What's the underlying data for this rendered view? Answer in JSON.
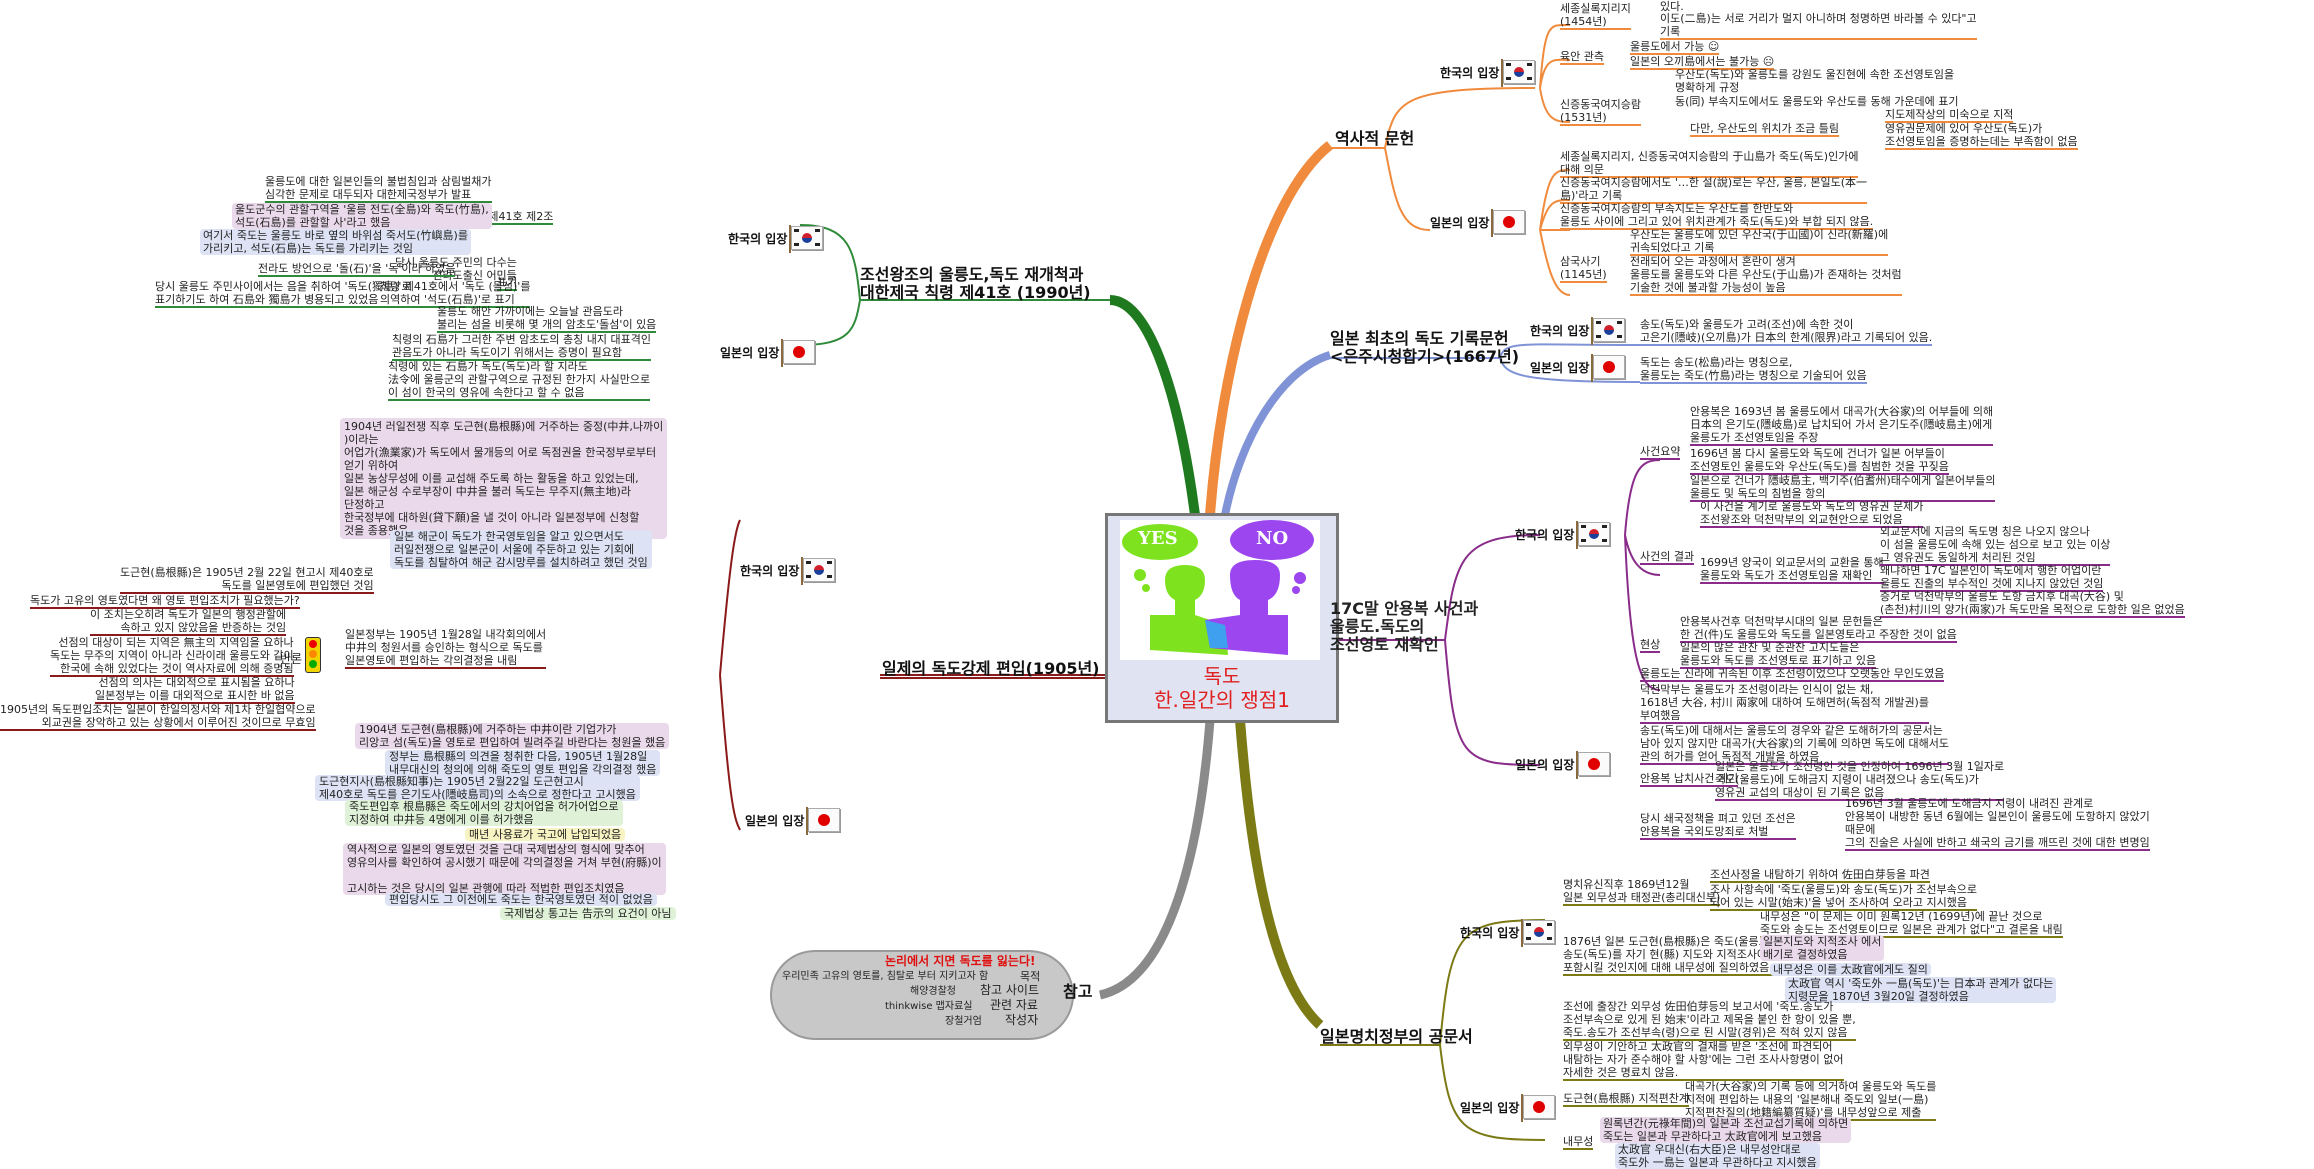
{
  "center": {
    "yes_label": "YES",
    "no_label": "NO",
    "title_line1": "독도",
    "title_line2": "한.일간의 쟁점1"
  },
  "colors": {
    "history": "#f08a3c",
    "eunju": "#7f93d6",
    "anyongbok": "#8a2d8a",
    "meiji": "#7b7a14",
    "joseon": "#2f8b3a",
    "annex": "#8b1a1a",
    "reference": "#9a9a9a",
    "center_title": "#e02020"
  },
  "stances": {
    "korea": "한국의 입장",
    "japan": "일본의 입장"
  },
  "branches": {
    "history": {
      "title": "역사적 문헌",
      "korea": {
        "items": [
          {
            "label": "세종실록지리지\n(1454년)",
            "children": [
              "있다.",
              "이도(二島)는 서로 거리가 멀지 아니하며 청명하면 바라볼 수 있다\"고\n기록"
            ]
          },
          {
            "label": "육안 관측",
            "children": [
              "울릉도에서 가능 ☺",
              "일본의 오끼島에서는 불가능 ☹"
            ]
          },
          {
            "label": "신증동국여지승람\n(1531년)",
            "children": [
              "우산도(독도)와 울릉도를 강원도 울진현에 속한 조선영토임을\n명확하게 규정",
              "동(同) 부속지도에서도 울릉도와 우산도를 동해 가운데에 표기"
            ],
            "sub": {
              "label": "다만, 우산도의 위치가 조금 틀림",
              "children": [
                "지도제작상의 미숙으로 지적",
                "영유권문제에 있어 우산도(독도)가\n조선영토임을 증명하는데는 부족함이 없음"
              ]
            }
          }
        ]
      },
      "japan": {
        "items": [
          "세종실록지리지, 신증동국여지승람의 于山島가 죽도(독도)인가에\n대해 의문",
          "신증동국여지승람에서도 '…한 설(說)로는 우산, 울릉, 본일도(本一\n島)'라고 기록",
          "신증동국여지승람의 부속지도는 우산도를 한반도와\n울릉도 사이에 그리고 있어 위치관계가 죽도(독도)와 부합 되지 않음."
        ],
        "samguk": {
          "label": "삼국사기\n(1145년)",
          "children": [
            "우산도는 울릉도에 있던 우산국(于山國)이 신라(新羅)에\n귀속되었다고 기록",
            "전래되어 오는 과정에서 혼란이 생겨\n울릉도를 울릉도와 다른 우산도(于山島)가 존재하는 것처럼\n기술한 것에 불과할 가능성이 높음"
          ]
        }
      }
    },
    "eunju": {
      "title": "일본 최초의 독도 기록문헌\n<은주시청합기>(1667년)",
      "korea": "송도(독도)와 울릉도가 고려(조선)에 속한 것이\n고은기(隱岐)(오끼島)가 日本의 한계(限界)라고 기록되어 있음.",
      "japan": "독도는 송도(松島)라는 명칭으로,\n울릉도는 죽도(竹島)라는 명칭으로 기술되어 있음"
    },
    "anyongbok": {
      "title": "17C말 안용복 사건과\n울릉도.독도의\n조선영토 재확인",
      "korea": {
        "summary": {
          "label": "사건요약",
          "children": [
            "안용복은 1693년 봄 울릉도에서 대곡가(大谷家)의 어부들에 의해\n日本의 은기도(隱岐島)로 납치되어 가서 은기도주(隱岐島主)에게\n울릉도가 조선영토임을 주장",
            "1696년 봄 다시 울릉도와 독도에 건너가 일본 어부들이\n조선영토인 울릉도와 우산도(독도)를 침범한 것을 꾸짖음",
            "일본으로 건너가 隱岐島主, 백기주(伯耆州)태수에게 일본어부들의\n울릉도 및 독도의 침범을 항의"
          ]
        },
        "result": {
          "label": "사건의 결과",
          "children": [
            "이 사건을 계기로 울릉도와 독도의 영유권 문제가\n조선왕조와 덕천막부의 외교현안으로 되었음"
          ],
          "sub": {
            "label": "1699년 양국이 외교문서의 교환을 통해\n울릉도와 독도가 조선영토임을 재확인",
            "children": [
              "외교문서에 지금의 독도명 칭은 나오지 않으나\n이 섬을 울릉도에 속해 있는 섬으로 보고 있는 이상\n그 영유권도 동일하게 처리된 것임",
              "왜냐하면 17C 일본인이 독도에서 행한 어업이란\n울릉도 진출의 부수적인 것에 지나지 않았던 것임",
              "증거로 덕천막부의 울릉도 도항 금지후 대곡(大谷) 및\n(촌천)村川의 양가(兩家)가 독도만을 목적으로 도항한 일은 없었음"
            ]
          }
        },
        "present": {
          "label": "현상",
          "children": [
            "안용복사건후 덕천막부시대의 일본 문헌들은\n한 건(件)도 울릉도와 독도를 일본영토라고 주장한 것이 없음",
            "일본의 많은 관찬 및 준관찬 고지도들은\n울릉도와 독도를 조선영토로 표기하고 있음"
          ]
        }
      },
      "japan": {
        "items": [
          "울릉도는 신라에 귀속된 이후 조선령이었으나 오랫동안 무인도였음",
          "덕천막부는 울릉도가 조선령이라는 인식이 없는 채,\n1618년 大谷, 村川 兩家에 대하여 도해면허(독점적 개발권)를\n부여했음",
          "송도(독도)에 대해서는 울릉도의 경우와 같은 도해허가의 공문서는\n남아 있지 않지만 대곡가(大谷家)의 기록에 의하면 독도에 대해서도\n관의 허가를 얻어 독점적 개발을 하였음"
        ],
        "abduction": {
          "label": "안용복 납치사건 계기",
          "child": "일본은 울릉도가 조선령인 것을 인정하여 1696년 3월 1일자로\n죽도(울릉도)에 도해금지 지령이 내려졌으나 송도(독도)가\n영유권 교섭의 대상이 된 기록은 없음"
        },
        "punish": {
          "label": "당시 쇄국정책을 펴고 있던 조선은\n안용복을 국외도망죄로 처벌",
          "child": "1696년 3월 울릉도에 도해금지 지령이 내려진 관계로\n안용복이 내방한 동년 6월에는 일본인이 울릉도에 도항하지 않았기\n때문에\n그의 진술은 사실에 반하고 쇄국의 금기를 깨뜨린 것에 대한 변명임"
        }
      }
    },
    "meiji": {
      "title": "일본명치정부의 공문서",
      "korea": {
        "a": {
          "label": "명치유신직후 1869년12월\n일본 외무성과 태정관(총리대신부)",
          "children": [
            "조선사정을 내탐하기 위하여 佐田白芽등을 파견",
            "조사 사항속에 '죽도(울릉도)와 송도(독도)가 조선부속으로\n되어 있는 시말(始末)'을 넣어 조사하여 오라고 지시했음"
          ]
        },
        "b": {
          "label": "1876년 일본 도근현(島根縣)은 죽도(울릉도)와\n송도(독도)를 자기 현(縣) 지도와 지적조사에\n포함시킬 것인지에 대해 내무성에 질의하였음",
          "children": [
            "내무성은 \"이 문제는 이미 원록12년 (1699년)에 끝난 것으로\n죽도와 송도는 조선영토이므로 일본은 관계가 없다\"고 결론을 내림",
            "일본지도와 지적조사 에서\n배기로 결정하였음",
            "내무성은 이를 太政官에게도 질의",
            "太政官 역시 '죽도外 一島(독도)'는 日本과 관계가 없다는\n지령문을 1870년 3월20일 결정하였음"
          ]
        }
      },
      "japan": {
        "items": [
          "조선에 출장간 외무성 佐田伯芽등의 보고서에 '죽도.송도가\n조선부속으로 있게 된 始末'이라고 제목을 붙인 한 항이 있을 뿐,\n죽도.송도가 조선부속(령)으로 된 시말(경위)은 적혀 있지 않음",
          "외무성이 기안하고 太政官의 결재를 받은 '조선에 파견되어\n내탐하는 자가 준수해야 할 사항'에는 그런 조사사항명이 없어\n자세한 것은 명료치 않음."
        ],
        "shimane": {
          "label": "도근현(島根縣) 지적편찬계",
          "child": "대곡가(大谷家)의 기록 등에 의거하여 울릉도와 독도를\n지적에 편입하는 내용의 '일본해내 죽도외 일보(一島)\n지적편찬질의(地籍編纂質疑)'를 내무성앞으로 제출"
        },
        "naimu": {
          "label": "내무성",
          "children": [
            "원록년간(元祿年間)의 일본과 조선교섭기록에 의하면\n죽도는 일본과 무관하다고 太政官에게 보고했음",
            "太政官 우대신(右大臣)은 내무성안대로\n죽도外 一島는 일본과 무관하다고 지시했음"
          ]
        }
      }
    },
    "joseon": {
      "title": "조선왕조의 울릉도,독도 재개척과\n대한제국 칙령 제41호 (1990년)",
      "korea": {
        "decree": {
          "label": "칙령(1900년) 제41호 제2조",
          "children": [
            "울릉도에 대한 일본인들의 불법침입과 삼림벌채가\n심각한 문제로 대두되자 대한제국정부가 발표",
            "울도군수의 관할구역을 '울릉 전도(全島)와 죽도(竹島),\n석도(石島)를 관할할 사'라고 했음",
            "여기서 죽도는 울릉도 바로 옆의 바위섬 죽서도(竹嶼島)를\n가리키고, 석도(石島)는 독도를 가리키는 것임"
          ]
        },
        "notation": {
          "label": "표기",
          "children": [
            "당시 울릉도 주민의 다수는\n전라도출신 어민들",
            "전라도 방언으로 '돌(石)'을 '독'이라 하였음",
            "칙령 제41호에서 '독도 (돌섬)'를\n의역하여 '석도(石島)'로 표기",
            "당시 울릉도 주민사이에서는 음을 취하여 '독도(獨島)'로\n표기하기도 하여 石島와 獨島가 병용되고 있었음"
          ]
        }
      },
      "japan": [
        "울릉도 해안 가까이에는 오늘날 관음도라\n불리는 섬을 비롯해 몇 개의 암초도'돌섬'이 있음",
        "칙령의 石島가 그러한 주변 암초도의 총칭 내지 대표격인\n관음도가 아니라 독도이기 위해서는 증명이 필요함",
        "칙령에 있는 石島가 독도(독도)라 할 지라도\n法令에 울릉군의 관할구역으로 규정된 한가지 사실만으로\n이 섬이 한국의 영유에 속한다고 할 수 없음"
      ]
    },
    "annex": {
      "title": "일제의 독도강제 편입(1905년)",
      "korea": {
        "box1": "1904년 러일전쟁 직후 도근현(島根縣)에 거주하는 중정(中井,나까이\n)이라는\n어업가(漁業家)가 독도에서 물개등의 어로 독점권을 한국정부로부터\n얻기 위하여\n일본 농상무성에 이를 교섭해 주도록 하는 활동을 하고 있었는데,\n일본 해군성 수로부장이 中井을 불러 독도는 무주지(無主地)라\n단정하고\n한국정부에 대하원(貸下願)을 낼 것이 아니라 일본정부에 신청할\n것을 종용했음",
        "box2": "일본 해군이 독도가 한국영토임을 알고 있으면서도\n러일전쟁으로 일본군이 서울에 주둔하고 있는 기회에\n독도를 침탈하여 해군 감시망루를 설치하려고 했던 것임",
        "shimane_notice": "도근현(島根縣)은 1905년 2월 22일 현고시 제40호로\n독도를 일본영토에 편입했던 것임",
        "cabinet": "일본정부는 1905년 1월28일 내각회의에서\n中井의 청원서를 승인하는 형식으로 독도를\n일본영토에 편입하는 각의결정을 내림",
        "rebuttal": {
          "label": "반론",
          "children": [
            "독도가 고유의 영토였다면 왜 영토 편입조치가 필요했는가?",
            "이 조치는오히려 독도가 일본의 행정관할에\n속하고 있지 않았음을 반증하는 것임",
            "선점의 대상이 되는 지역은 無主의 지역임을 요하나\n독도는 무주의 지역이 아니라 신라이래 울릉도와 같이\n한국에 속해 있었다는 것이 역사자료에 의해 증명됨",
            "선점의 의사는 대외적으로 표시됨을 요하나\n일본정부는 이를 대외적으로 표시한 바 없음",
            "1905년의 독도편입조치는 일본이 한일의정서와 제1차 한일협약으로\n외교권을 장악하고 있는 상황에서 이루어진 것이므로 무효임"
          ]
        }
      },
      "japan": [
        {
          "text": "1904년 도근현(島根縣)에 거주하는 中井이란 기업가가\n리앙코 섬(독도)을 영토로 편입하여 빌려주길 바란다는 청원을 했음",
          "style": "pink"
        },
        {
          "text": "정부는 島根縣의 의견을 청취한 다음, 1905년 1월28일\n내무대신의 청의에 의해 죽도의 영토 편입을 각의결정 했음",
          "style": "blue"
        },
        {
          "text": "도근현지사(島根縣知事)는 1905년 2월22일 도근현고시\n제40호로 독도를 은기도사(隱岐島司)의 소속으로 정한다고 고시했음",
          "style": "blue"
        },
        {
          "text": "죽도편입후 根島縣은 죽도에서의 강치어업을 허가어업으로\n지정하여 中井등 4명에게 이를 허가했음",
          "style": "green"
        },
        {
          "text": "매년 사용료가 국고에 납입되었음",
          "style": "yellow"
        },
        {
          "text": "역사적으로 일본의 영토였던 것을 근대 국제법상의 형식에 맞추어\n영유의사를 확인하여 공시했기 때문에 각의결정을 거쳐 부현(府縣)이\n\n고시하는 것은 당시의 일본 관행에 따라 적법한 편입조치였음",
          "style": "pink"
        },
        {
          "text": "편입당시도 그 이전에도 죽도는 한국영토였던 적이 없었음",
          "style": "blue"
        },
        {
          "text": "국제법상 통고는 告示의 요건이 아님",
          "style": "green"
        }
      ]
    },
    "reference": {
      "title": "참고",
      "headline": "논리에서 지면 독도를 잃는다!",
      "rows": [
        {
          "key": "목적",
          "value": "우리민족 고유의 영토를, 침탈로 부터 지키고자 함"
        },
        {
          "key": "참고 사이트",
          "value": "해양경찰청"
        },
        {
          "key": "관련 자료",
          "value": "thinkwise 맵자료실"
        },
        {
          "key": "작성자",
          "value": "장철거엄"
        }
      ]
    }
  }
}
